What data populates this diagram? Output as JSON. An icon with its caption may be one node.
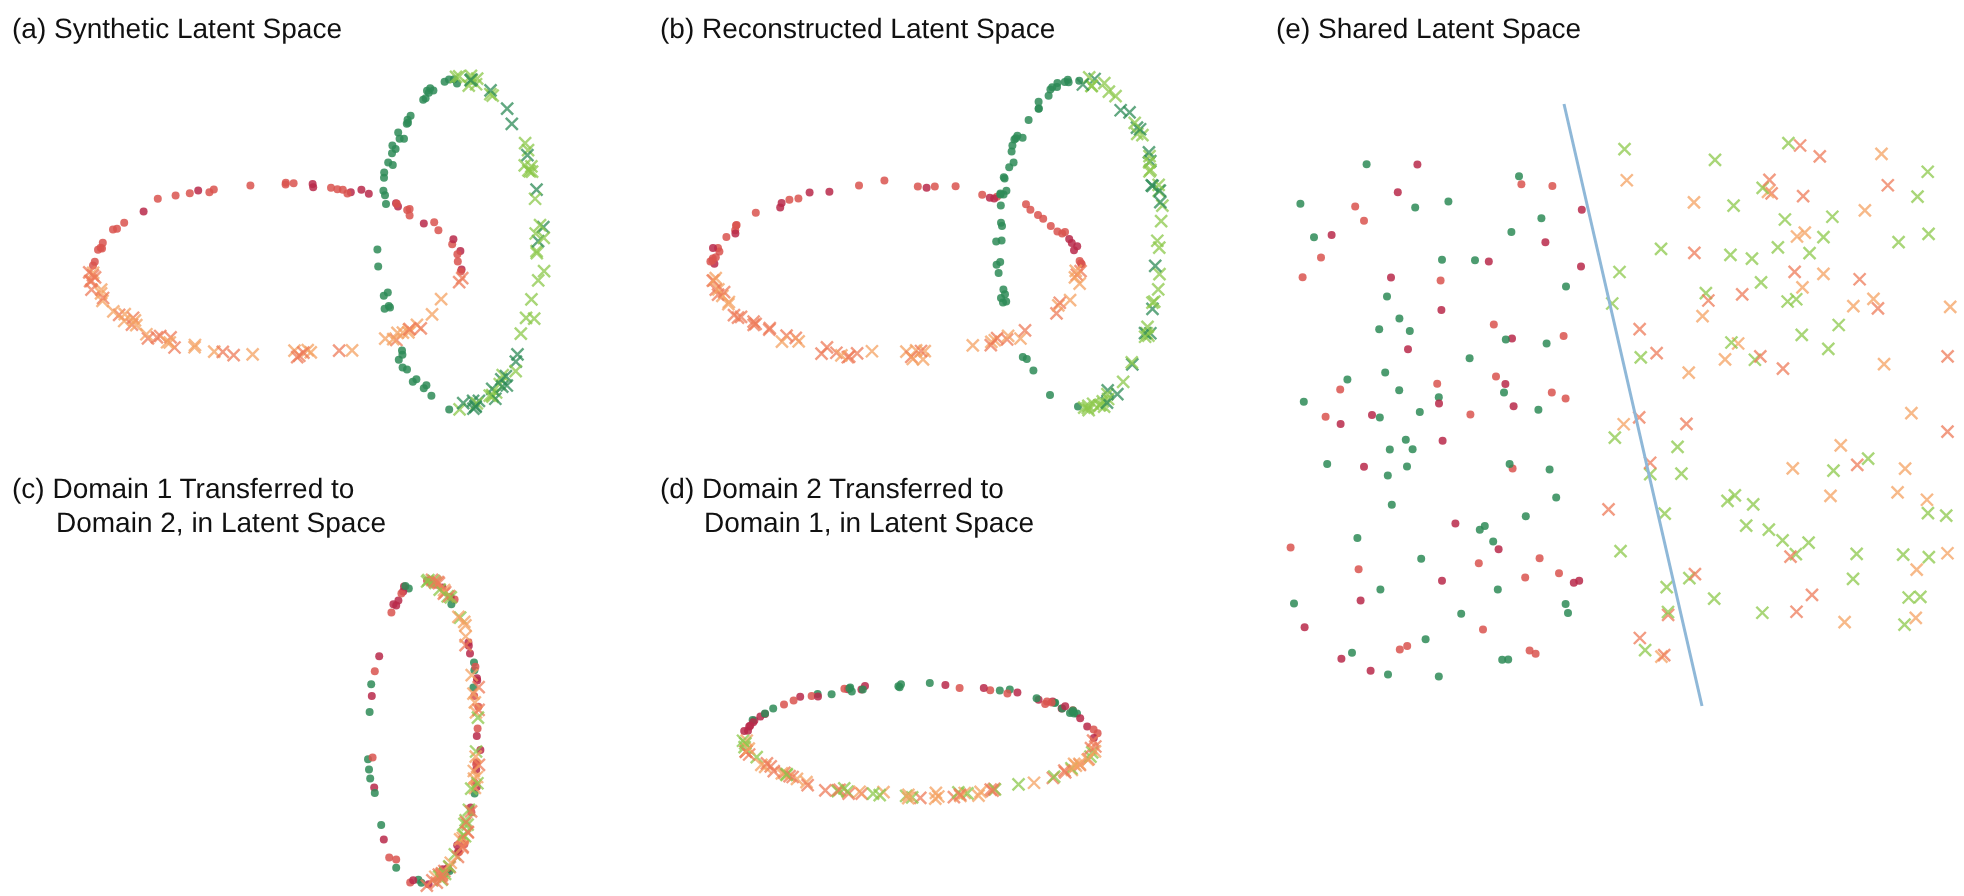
{
  "diagram": {
    "labels": [
      "(a) Synthetic Latent Space",
      "(b) Reconstructed Latent Space",
      "(e) Shared Latent Space",
      "(c) Domain 1 Transferred to Domain 2, in Latent Space",
      "(d) Domain 2 Transferred to Domain 1, in Latent Space"
    ]
  }
}
